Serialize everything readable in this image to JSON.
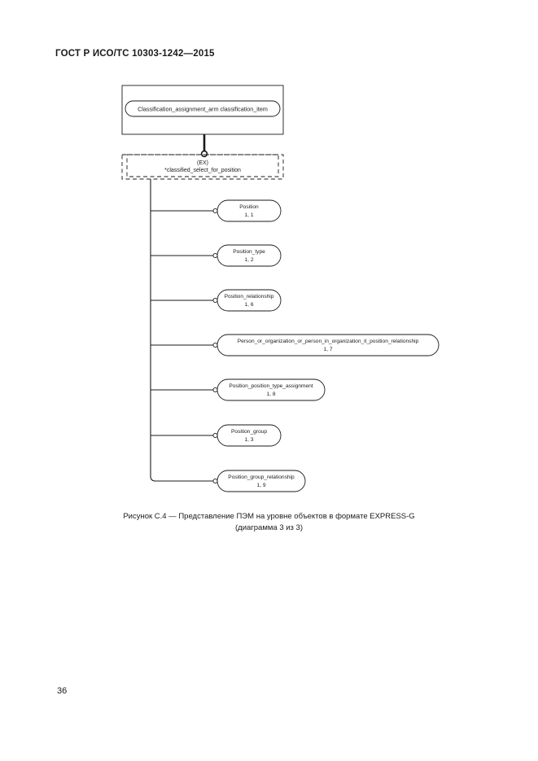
{
  "document": {
    "header": "ГОСТ Р ИСО/ТС 10303-1242—2015",
    "page_number": "36"
  },
  "figure": {
    "caption_line1": "Рисунок С.4 — Представление ПЭМ на уровне объектов в формате EXPRESS-G",
    "caption_line2": "(диаграмма 3 из 3)",
    "schema_box": {
      "label": "Classification_assignment_arm  classification_item"
    },
    "select_box": {
      "tag": "(EX)",
      "label": "*classified_select_for_position"
    },
    "nodes": [
      {
        "label": "Position",
        "index": "1, 1"
      },
      {
        "label": "Position_type",
        "index": "1, 2"
      },
      {
        "label": "Position_relationship",
        "index": "1, 6"
      },
      {
        "label": "Person_or_organization_or_person_in_organization_it_position_relationship",
        "index": "1, 7"
      },
      {
        "label": "Position_position_type_assignment",
        "index": "1, 8"
      },
      {
        "label": "Position_group",
        "index": "1, 3"
      },
      {
        "label": "Position_group_relationship",
        "index": "1, 9"
      }
    ]
  },
  "colors": {
    "ink": "#1a1a1a",
    "paper": "#ffffff"
  }
}
